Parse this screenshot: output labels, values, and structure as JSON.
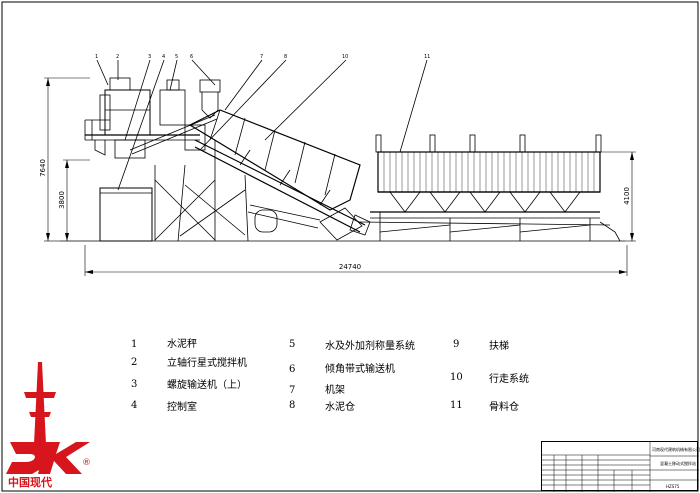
{
  "dimensions": {
    "total_length": "24740",
    "total_height": "7640",
    "platform_height": "3800",
    "bin_height": "4100"
  },
  "callouts": [
    "1",
    "2",
    "3",
    "4",
    "5",
    "6",
    "7",
    "8",
    "10",
    "11"
  ],
  "legend": [
    {
      "num": "1",
      "label": "水泥秤"
    },
    {
      "num": "2",
      "label": "立轴行星式搅拌机"
    },
    {
      "num": "3",
      "label": "螺旋输送机（上）"
    },
    {
      "num": "4",
      "label": "控制室"
    },
    {
      "num": "5",
      "label": "水及外加剂称量系统"
    },
    {
      "num": "6",
      "label": "倾角带式输送机"
    },
    {
      "num": "7",
      "label": "机架"
    },
    {
      "num": "8",
      "label": "水泥仓"
    },
    {
      "num": "9",
      "label": "扶梯"
    },
    {
      "num": "10",
      "label": "行走系统"
    },
    {
      "num": "11",
      "label": "骨料仓"
    }
  ],
  "logo": {
    "text": "中国现代",
    "mark": "DK",
    "registered": "®"
  },
  "title_block": {
    "company": "河南现代建筑机械有限公司",
    "product": "混凝土移动式搅拌站",
    "code": "HZS75"
  },
  "colors": {
    "line": "#000000",
    "brand": "#d7151d"
  }
}
